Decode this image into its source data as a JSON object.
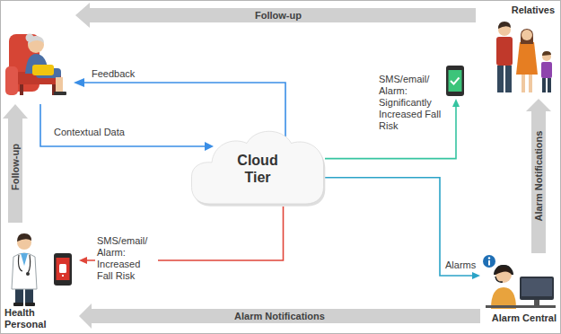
{
  "diagram": {
    "nodes": [
      {
        "text": [
          "Relatives"
        ]
      },
      {
        "text": [
          "Cloud Tier"
        ]
      },
      {
        "text": [
          "Health Personal"
        ]
      },
      {
        "text": [
          "Alarm Central"
        ]
      }
    ],
    "edges": [
      {
        "from": 1,
        "to": 0,
        "arrow": "to",
        "label": "SMS/email/ Alarm: Significantly Increased Fall Risk"
      },
      {
        "from": 1,
        "to": 3,
        "arrow": "to",
        "label": "Alarms"
      },
      {
        "from": 1,
        "to": 2,
        "arrow": "to",
        "label": "SMS/email/ Alarm: Increased Fall Risk"
      },
      {
        "from": 3,
        "to": 0,
        "arrow": "to",
        "label": "Alarm Notifications"
      },
      {
        "from": 3,
        "to": 2,
        "arrow": "to",
        "label": "Alarm Notifications"
      }
    ],
    "labels": [
      "Follow-up",
      "Feedback",
      "Contextual Data",
      "Follow-up"
    ]
  }
}
